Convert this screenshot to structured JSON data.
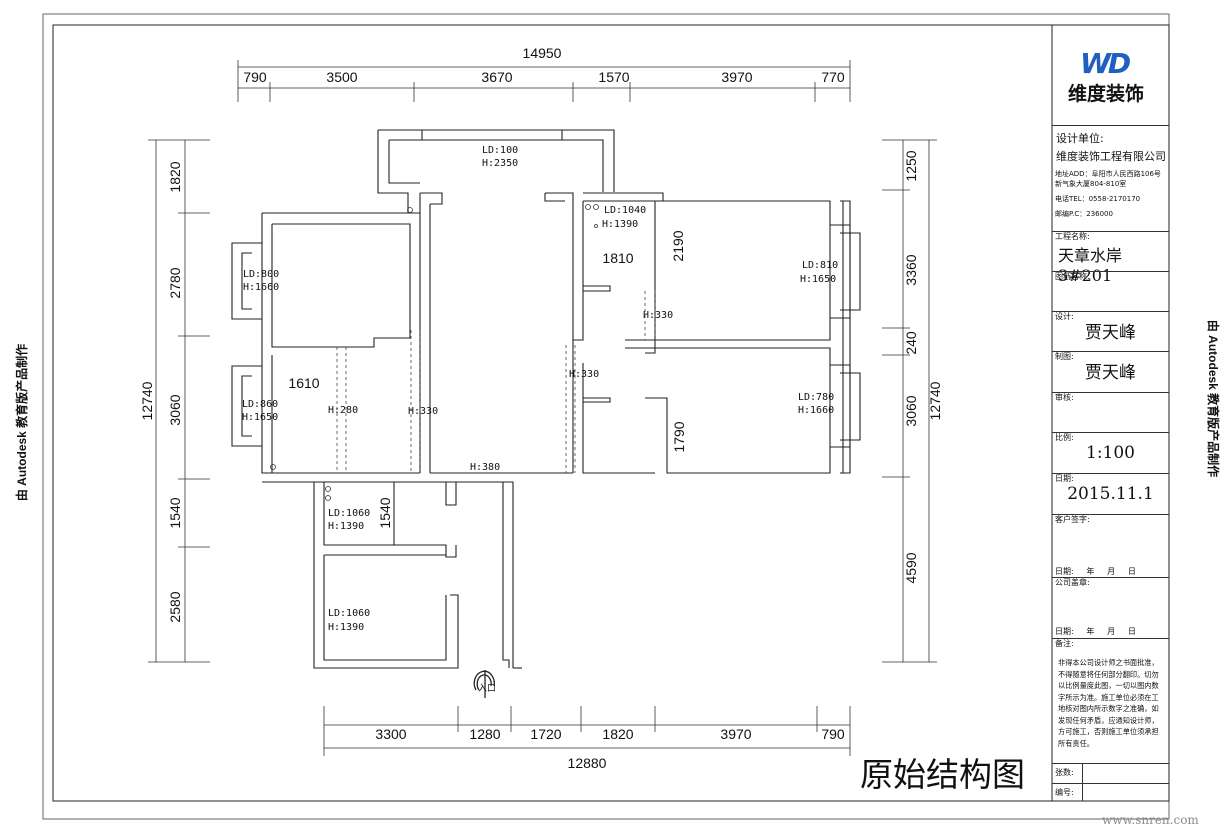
{
  "diagram": {
    "title": "原始结构图",
    "top_total": "14950",
    "top_dims": [
      "790",
      "3500",
      "3670",
      "1570",
      "3970",
      "770"
    ],
    "bottom_total": "12880",
    "bottom_dims": [
      "3300",
      "1280",
      "1720",
      "1820",
      "3970",
      "790"
    ],
    "left_total": "12740",
    "left_dims": [
      "1820",
      "2780",
      "3060",
      "1540",
      "2580"
    ],
    "right_total": "12740",
    "right_dims": [
      "1250",
      "3360",
      "240",
      "3060",
      "4590"
    ],
    "inner_dims": [
      "1810",
      "2190",
      "1610",
      "1790",
      "1540"
    ],
    "openings": [
      {
        "ld": "LD:100",
        "h": "H:2350"
      },
      {
        "ld": "LD:1040",
        "h": "H:1390"
      },
      {
        "ld": "LD:800",
        "h": "H:1660"
      },
      {
        "ld": "LD:810",
        "h": "H:1650"
      },
      {
        "ld": "LD:860",
        "h": "H:1650"
      },
      {
        "ld": "LD:780",
        "h": "H:1660"
      },
      {
        "ld": "LD:1060",
        "h": "H:1390"
      },
      {
        "ld": "LD:1060",
        "h": "H:1390"
      }
    ],
    "heights": [
      "H:330",
      "H:280",
      "H:330",
      "H:330",
      "H:380"
    ],
    "entrance": "入口"
  },
  "sidebar": {
    "left_text": "由 Autodesk 教育版产品制作",
    "right_text": "由 Autodesk 教育版产品制作"
  },
  "title_block": {
    "logo": "WD",
    "brand": "维度装饰",
    "design_unit_label": "设计单位:",
    "company": "维度装饰工程有限公司",
    "address": "地址ADD：阜阳市人民西路106号",
    "address2": "新气象大厦804-810室",
    "phone": "电话TEL：0558-2170170",
    "postcode": "邮编P.C：236000",
    "project_label": "工程名称:",
    "project": "天章水岸3#201",
    "drawing_label": "图纸名称:",
    "design_label": "设计:",
    "designer": "贾天峰",
    "draw_label": "制图:",
    "drafter": "贾天峰",
    "review_label": "审核:",
    "scale_label": "比例:",
    "scale": "1:100",
    "date_label": "日期:",
    "date": "2015.11.1",
    "client_sign_label": "客户签字:",
    "date_line_1": "日期:     年     月     日",
    "company_seal_label": "公司盖章:",
    "date_line_2": "日期:     年     月     日",
    "notes_label": "备注:",
    "notes": "非得本公司设计师之书面批准，不得随意将任何部分翻印。切勿以比例量度此图，一切以图内数字所示为准。施工单位必须在工地核对图内所示数字之准确，如发现任何矛盾，应通知设计师，方可施工，否则施工单位须承担所有责任。",
    "sheet_label": "张数:",
    "number_label": "编号:"
  },
  "watermark": "www.snren.com"
}
